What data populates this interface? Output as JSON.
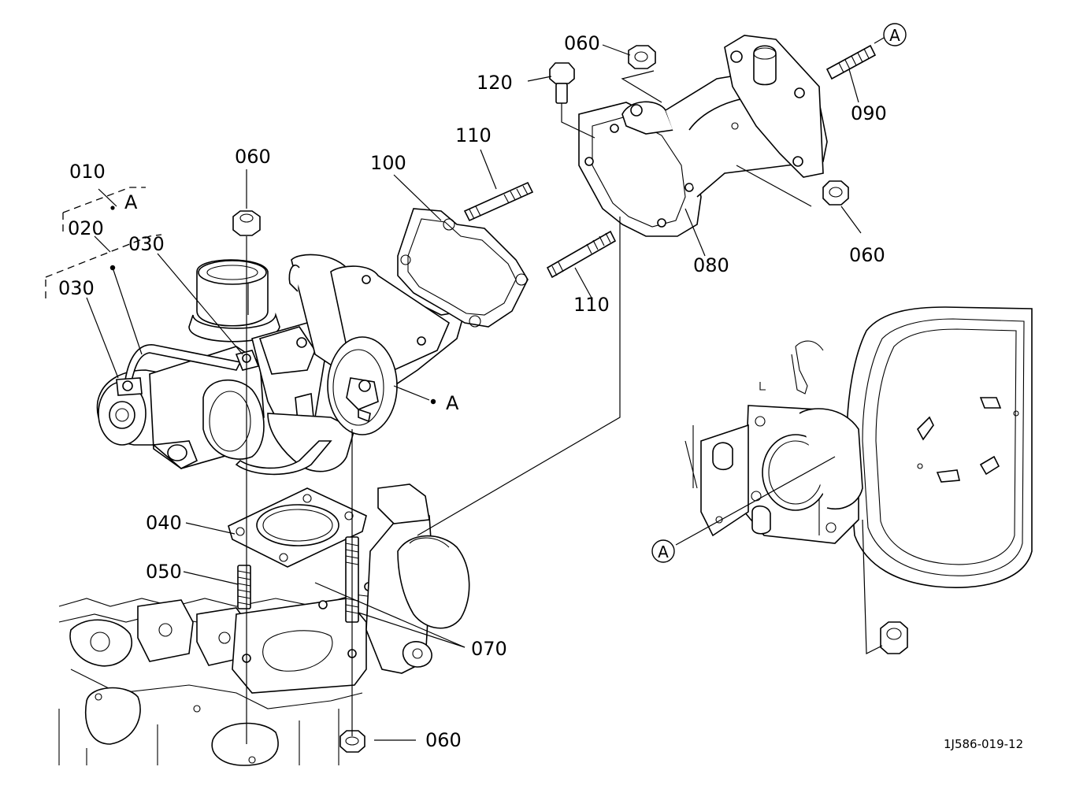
{
  "labels": {
    "p010": "010",
    "p020": "020",
    "p030a": "030",
    "p030b": "030",
    "p040": "040",
    "p050": "050",
    "p060a": "060",
    "p060b": "060",
    "p060c": "060",
    "p060d": "060",
    "p070": "070",
    "p080": "080",
    "p090": "090",
    "p100": "100",
    "p110a": "110",
    "p110b": "110",
    "p120": "120"
  },
  "refs": {
    "a_top_circle": "A",
    "a_inset_circle": "A",
    "a_group": "A",
    "a_turbo": "A"
  },
  "drawing_code": "1J586-019-12"
}
